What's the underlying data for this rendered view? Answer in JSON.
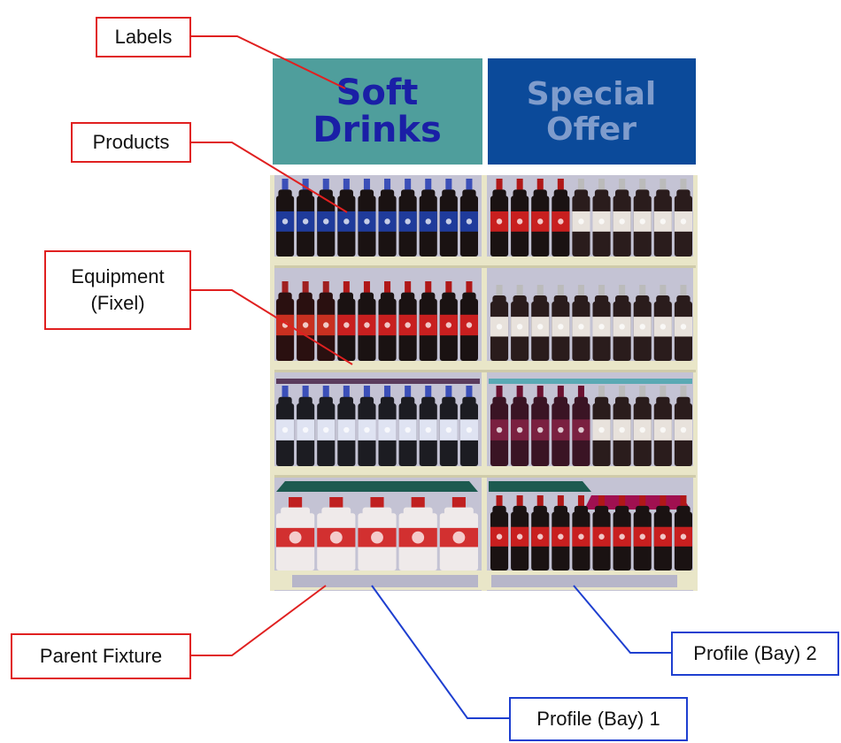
{
  "signs": {
    "left": {
      "line1": "Soft",
      "line2": "Drinks",
      "bg": "#4f9e9c",
      "fg": "#1a1fa6"
    },
    "right": {
      "line1": "Special",
      "line2": "Offer",
      "bg": "#0b4a9a",
      "fg": "#7f9ccc"
    }
  },
  "callouts": {
    "labels": "Labels",
    "products": "Products",
    "equipment_line1": "Equipment",
    "equipment_line2": "(Fixel)",
    "parent_fixture": "Parent Fixture",
    "profile_bay_1": "Profile (Bay) 1",
    "profile_bay_2": "Profile (Bay) 2"
  },
  "colors": {
    "red_leader": "#e02020",
    "blue_leader": "#1e3fd0",
    "shelf": "#e9e6c8",
    "back_panel": "#b9b8cc",
    "pepsi_blue": "#1f3b9b",
    "coke_red": "#c81f1f",
    "dark_bottle": "#1a1212"
  }
}
